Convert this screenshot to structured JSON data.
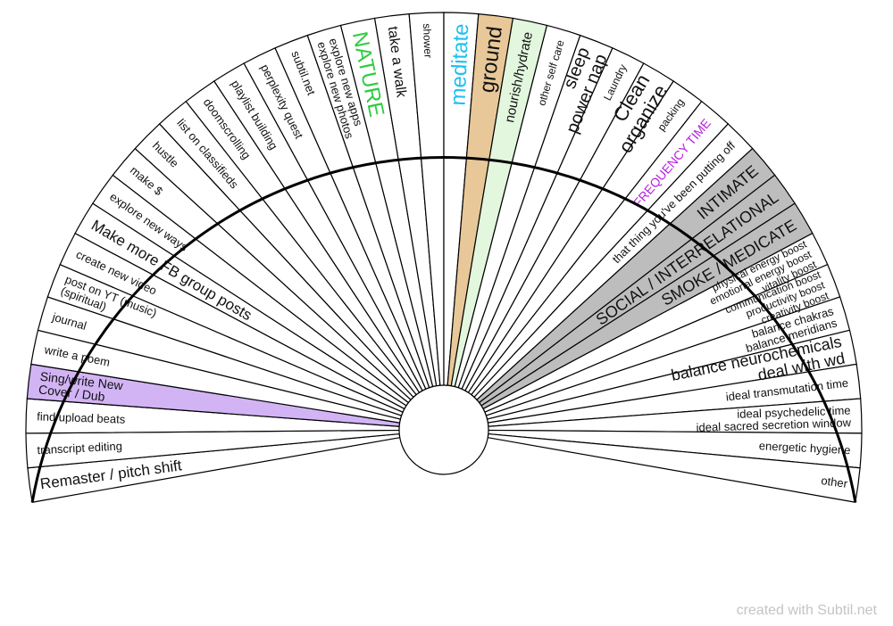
{
  "credit": "created with Subtil.net",
  "colors": {
    "outline": "#000000",
    "background": "#ffffff",
    "ground": "#e8c898",
    "nourish": "#e2f7de",
    "purple": "#d2b4f5",
    "gray": "#bdbdbd",
    "nature_text": "#2ecc40",
    "meditate_text": "#1ec0ee",
    "frequency_text": "#b61ee0",
    "credit_text": "#c4c4c4"
  },
  "segments": [
    {
      "lines": [
        "Remaster / pitch shift"
      ],
      "size": 17
    },
    {
      "lines": [
        "transcript editing"
      ],
      "size": 13
    },
    {
      "lines": [
        "find/upload beats"
      ],
      "size": 13
    },
    {
      "lines": [
        "Sing/write New",
        "Cover / Dub"
      ],
      "size": 14,
      "fill": "purple"
    },
    {
      "lines": [
        "write a poem"
      ],
      "size": 13
    },
    {
      "lines": [
        "journal"
      ],
      "size": 13
    },
    {
      "lines": [
        "post on YT (music)",
        "(spiritual)"
      ],
      "size": 13
    },
    {
      "lines": [
        "create new video"
      ],
      "size": 13
    },
    {
      "lines": [
        "Make more FB group posts"
      ],
      "size": 17
    },
    {
      "lines": [
        "explore new ways"
      ],
      "size": 13
    },
    {
      "lines": [
        "make $"
      ],
      "size": 13
    },
    {
      "lines": [
        "hustle"
      ],
      "size": 13
    },
    {
      "lines": [
        "list on classifieds"
      ],
      "size": 13
    },
    {
      "lines": [
        "doomscrolling"
      ],
      "size": 13
    },
    {
      "lines": [
        "playlist building"
      ],
      "size": 13
    },
    {
      "lines": [
        "perplexity quest"
      ],
      "size": 13
    },
    {
      "lines": [
        "subtil.net"
      ],
      "size": 13
    },
    {
      "lines": [
        "explore new apps",
        "explore new photos"
      ],
      "size": 13
    },
    {
      "lines": [
        "NATURE"
      ],
      "size": 24,
      "color": "nature_text"
    },
    {
      "lines": [
        "take a walk"
      ],
      "size": 16
    },
    {
      "lines": [
        "shower"
      ],
      "size": 12
    },
    {
      "lines": [
        "meditate"
      ],
      "size": 24,
      "color": "meditate_text"
    },
    {
      "lines": [
        "ground"
      ],
      "size": 24,
      "fill": "ground"
    },
    {
      "lines": [
        "nourish/hydrate"
      ],
      "size": 15,
      "fill": "nourish"
    },
    {
      "lines": [
        "other self care"
      ],
      "size": 12
    },
    {
      "lines": [
        "sleep",
        "power nap"
      ],
      "size": 20
    },
    {
      "lines": [
        "Laundry"
      ],
      "size": 12
    },
    {
      "lines": [
        "Clean",
        "organize"
      ],
      "size": 22
    },
    {
      "lines": [
        "packing"
      ],
      "size": 12
    },
    {
      "lines": [
        "FREQUENCY TIME"
      ],
      "size": 14,
      "color": "frequency_text"
    },
    {
      "lines": [
        "that thing you've been putting off"
      ],
      "size": 13
    },
    {
      "lines": [
        "INTIMATE"
      ],
      "size": 18,
      "fill": "gray"
    },
    {
      "lines": [
        "SOCIAL / INTERRELATIONAL"
      ],
      "size": 18,
      "fill": "gray"
    },
    {
      "lines": [
        "SMOKE / MEDICATE"
      ],
      "size": 18,
      "fill": "gray"
    },
    {
      "lines": [
        "physical energy boost",
        "emotional energy boost",
        "vitality boost"
      ],
      "size": 12
    },
    {
      "lines": [
        "communication boost",
        "productivity boost",
        "creativity boost"
      ],
      "size": 12
    },
    {
      "lines": [
        "balance chakras",
        "balance meridians"
      ],
      "size": 13
    },
    {
      "lines": [
        "balance neurochemicals",
        "deal with wd"
      ],
      "size": 18
    },
    {
      "lines": [
        "ideal transmutation time"
      ],
      "size": 13
    },
    {
      "lines": [
        "ideal psychedelic time",
        "ideal sacred secretion window"
      ],
      "size": 13
    },
    {
      "lines": [
        "energetic hygiene"
      ],
      "size": 13
    },
    {
      "lines": [
        "other"
      ],
      "size": 13
    }
  ]
}
